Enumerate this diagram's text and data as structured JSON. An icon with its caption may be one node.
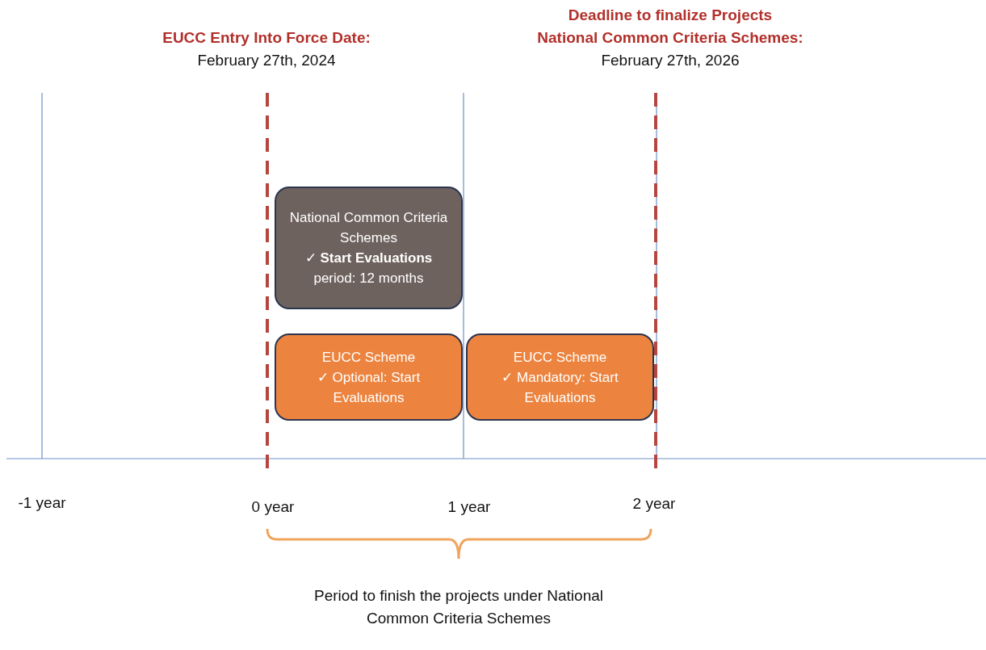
{
  "diagram": {
    "nodes": [
      {
        "text": [
          "National Common Criteria Schemes",
          "✓ **Start Evaluations**",
          "period: 12 months"
        ]
      },
      {
        "text": [
          "EUCC Scheme",
          "✓ Optional: Start Evaluations"
        ]
      },
      {
        "text": [
          "EUCC Scheme",
          "✓ Mandatory: Start Evaluations"
        ]
      }
    ],
    "labels": [
      "EUCC Entry Into Force Date:",
      "February 27th, 2024",
      "Deadline to finalize Projects",
      "National Common Criteria Schemes:",
      "February 27th, 2026",
      "-1 year",
      "0 year",
      "1 year",
      "2 year",
      "Period to finish the projects under National Common Criteria Schemes"
    ]
  }
}
